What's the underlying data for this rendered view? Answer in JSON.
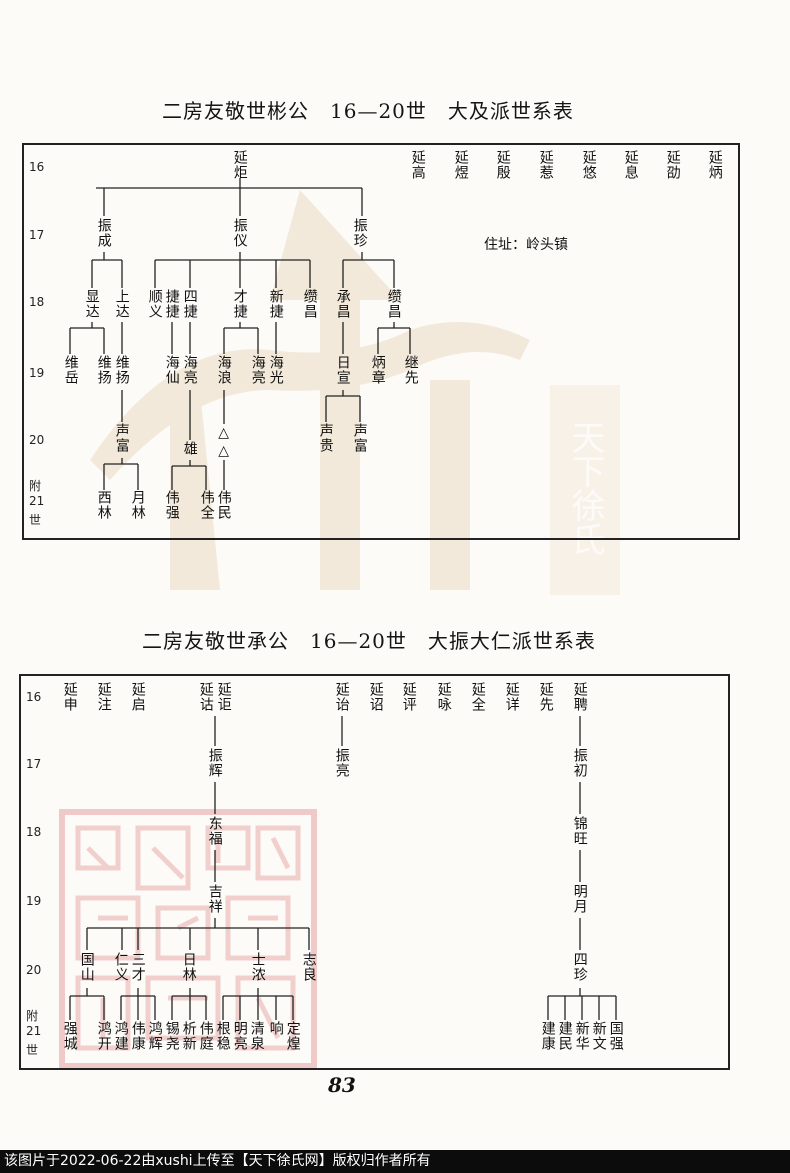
{
  "table1": {
    "title": "二房友敬世彬公　16—20世　大及派世系表",
    "gen_labels": [
      "16",
      "17",
      "18",
      "19",
      "20"
    ],
    "gen_label_last": [
      "附",
      "21",
      "世"
    ],
    "address": "住址：岭头镇",
    "gen16": [
      "延炬",
      "延高",
      "延煜",
      "延殷",
      "延惹",
      "延悠",
      "延息",
      "延劭",
      "延炳"
    ],
    "gen17": [
      "振成",
      "振仪",
      "振珍"
    ],
    "gen18": [
      "显达",
      "上达",
      "顺义",
      "捷捷",
      "四捷",
      "才捷",
      "新捷",
      "缵昌",
      "承昌",
      "缵昌"
    ],
    "gen19": [
      "维岳",
      "维扬",
      "维扬",
      "海仙",
      "海亮",
      "海浪",
      "海亮",
      "海光",
      "日宣",
      "炳章",
      "继先"
    ],
    "gen20": [
      "声富",
      "雄",
      "△",
      "△",
      "声贵",
      "声富"
    ],
    "gen21": [
      "西林",
      "月林",
      "伟强",
      "伟全",
      "伟民"
    ]
  },
  "table2": {
    "title": "二房友敬世承公　16—20世　大振大仁派世系表",
    "gen_labels": [
      "16",
      "17",
      "18",
      "19",
      "20"
    ],
    "gen_label_last": [
      "附",
      "21",
      "世"
    ],
    "gen16": [
      "延申",
      "延注",
      "延启",
      "延诂",
      "延讵",
      "延诒",
      "延诏",
      "延评",
      "延咏",
      "延全",
      "延详",
      "延先",
      "延聘"
    ],
    "gen17": [
      "振辉",
      "振亮",
      "振初"
    ],
    "gen18": [
      "东福",
      "锦旺"
    ],
    "gen19": [
      "吉祥",
      "明月"
    ],
    "gen20": [
      "国山",
      "仁义",
      "三才",
      "日林",
      "士浓",
      "志良",
      "四珍"
    ],
    "gen21": [
      "强城",
      "鸿开",
      "鸿建",
      "伟康",
      "鸿辉",
      "锡尧",
      "析新",
      "伟庭",
      "根稳",
      "明亮",
      "清泉",
      "响",
      "定煌",
      "建康",
      "建民",
      "新华",
      "新文",
      "国强"
    ]
  },
  "watermark": {
    "text": "天下徐氏"
  },
  "page_number": "83",
  "footer": "该图片于2022-06-22由xushi上传至【天下徐氏网】版权归作者所有"
}
